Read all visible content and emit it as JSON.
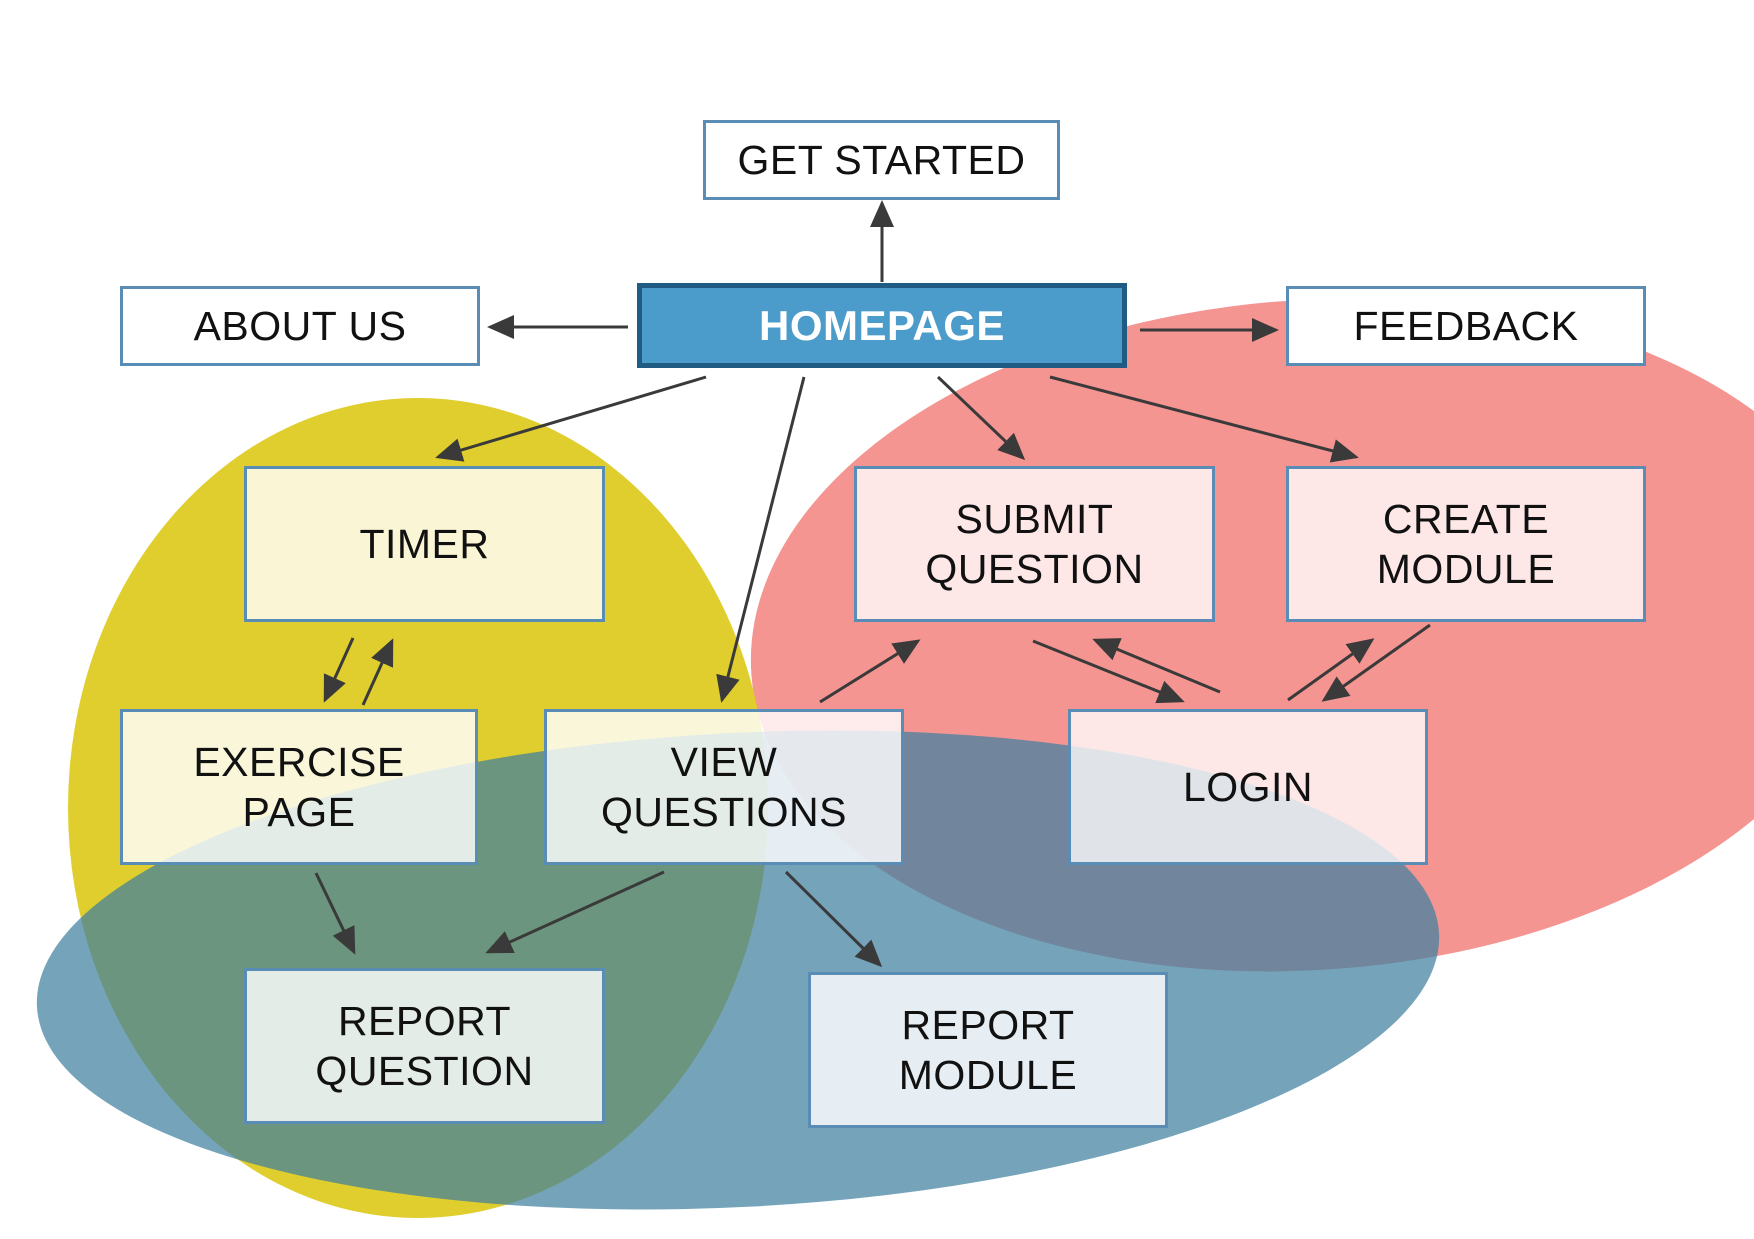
{
  "colors": {
    "region_yellow": "#ddcb23",
    "region_red": "#f2837f",
    "region_blue": "#4f8ba9",
    "home_fill": "#4b9ccb",
    "home_border": "#1f5b82",
    "box_border": "#5a8db6",
    "arrow": "#3a3a3a"
  },
  "nodes": {
    "get_started": "GET STARTED",
    "about_us": "ABOUT US",
    "homepage": "HOMEPAGE",
    "feedback": "FEEDBACK",
    "timer": "TIMER",
    "submit_question": "SUBMIT\nQUESTION",
    "create_module": "CREATE\nMODULE",
    "exercise_page": "EXERCISE\nPAGE",
    "view_questions": "VIEW\nQUESTIONS",
    "login": "LOGIN",
    "report_question": "REPORT\nQUESTION",
    "report_module": "REPORT\nMODULE"
  },
  "edges": [
    {
      "from": "homepage",
      "to": "get_started"
    },
    {
      "from": "homepage",
      "to": "about_us"
    },
    {
      "from": "homepage",
      "to": "feedback"
    },
    {
      "from": "homepage",
      "to": "timer"
    },
    {
      "from": "homepage",
      "to": "view_questions"
    },
    {
      "from": "homepage",
      "to": "submit_question"
    },
    {
      "from": "homepage",
      "to": "create_module"
    },
    {
      "from": "timer",
      "to": "exercise_page"
    },
    {
      "from": "exercise_page",
      "to": "timer"
    },
    {
      "from": "view_questions",
      "to": "submit_question"
    },
    {
      "from": "submit_question",
      "to": "login"
    },
    {
      "from": "login",
      "to": "submit_question"
    },
    {
      "from": "create_module",
      "to": "login"
    },
    {
      "from": "login",
      "to": "create_module"
    },
    {
      "from": "exercise_page",
      "to": "report_question"
    },
    {
      "from": "view_questions",
      "to": "report_question"
    },
    {
      "from": "view_questions",
      "to": "report_module"
    }
  ]
}
